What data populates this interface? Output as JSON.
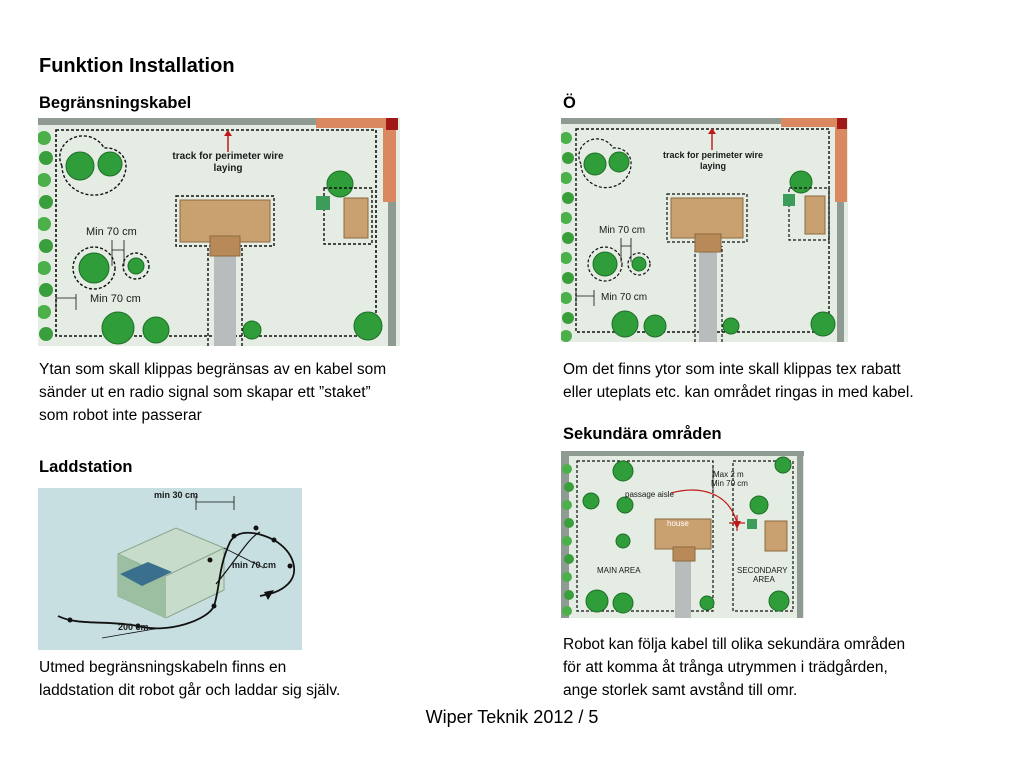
{
  "page": {
    "title": "Funktion Installation",
    "footer": "Wiper Teknik 2012 / 5"
  },
  "sections": {
    "boundary_wire": {
      "heading": "Begränsningskabel",
      "text_lines": [
        "Ytan som skall klippas begränsas av en kabel som",
        "sänder ut en radio signal som skapar ett ”staket”",
        "som robot inte passerar"
      ],
      "figure": {
        "label_track": "track for perimeter wire",
        "label_laying": "laying",
        "label_min_1": "Min 70 cm",
        "label_min_2": "Min 70 cm"
      }
    },
    "island": {
      "heading": "Ö",
      "text_lines": [
        "Om det finns ytor som inte skall klippas tex rabatt",
        "eller uteplats etc. kan området ringas in med kabel."
      ],
      "figure": {
        "label_track": "track for perimeter wire",
        "label_laying": "laying",
        "label_min_1": "Min 70 cm",
        "label_min_2": "Min 70 cm"
      }
    },
    "charging": {
      "heading": "Laddstation",
      "text_lines": [
        "Utmed begränsningskabeln finns en",
        "laddstation dit robot går och laddar sig själv."
      ],
      "figure": {
        "label_min30": "min 30 cm",
        "label_min70": "min 70 cm",
        "label_200": "200 cm"
      }
    },
    "secondary": {
      "heading": "Sekundära områden",
      "text_lines": [
        "Robot kan följa kabel till olika sekundära områden",
        "för att komma åt trånga utrymmen i trädgården,",
        "ange storlek samt avstånd till omr."
      ],
      "figure": {
        "label_max": "Max 2 m",
        "label_min": "Min 70 cm",
        "label_passage": "passage aisle",
        "label_house": "house",
        "label_main_area": "MAIN AREA",
        "label_secondary": "SECONDARY",
        "label_area": "AREA"
      }
    }
  },
  "colors": {
    "lawn": "#e4ece4",
    "wall": "#8f9a93",
    "roof": "#c9a070",
    "brick": "#d98860",
    "bush": "#2f9e3a",
    "path": "#b8bcbc"
  }
}
